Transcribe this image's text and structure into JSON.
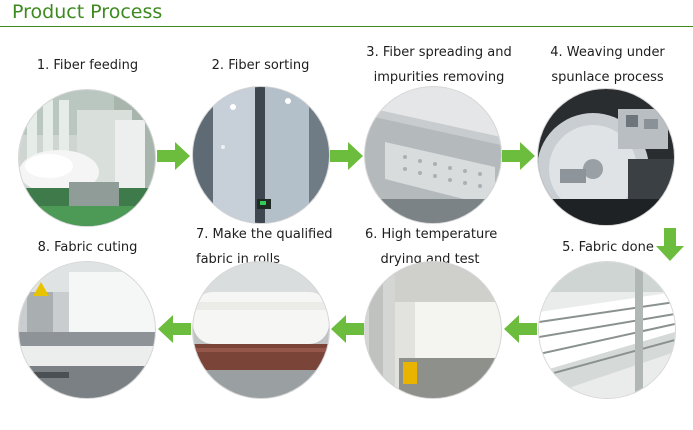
{
  "header": {
    "title": "Product Process"
  },
  "steps": [
    {
      "label_line1": "1. Fiber feeding",
      "label_line2": ""
    },
    {
      "label_line1": "2. Fiber sorting",
      "label_line2": ""
    },
    {
      "label_line1": "3. Fiber spreading and",
      "label_line2": "impurities removing"
    },
    {
      "label_line1": "4. Weaving under",
      "label_line2": "spunlace process"
    },
    {
      "label_line1": "5. Fabric done",
      "label_line2": ""
    },
    {
      "label_line1": "6. High temperature",
      "label_line2": "drying and test"
    },
    {
      "label_line1": "7. Make the qualified",
      "label_line2": "fabric in rolls"
    },
    {
      "label_line1": "8. Fabric cuting",
      "label_line2": ""
    }
  ],
  "colors": {
    "accent": "#3d8a1e",
    "arrow": "#6cbd3d"
  }
}
